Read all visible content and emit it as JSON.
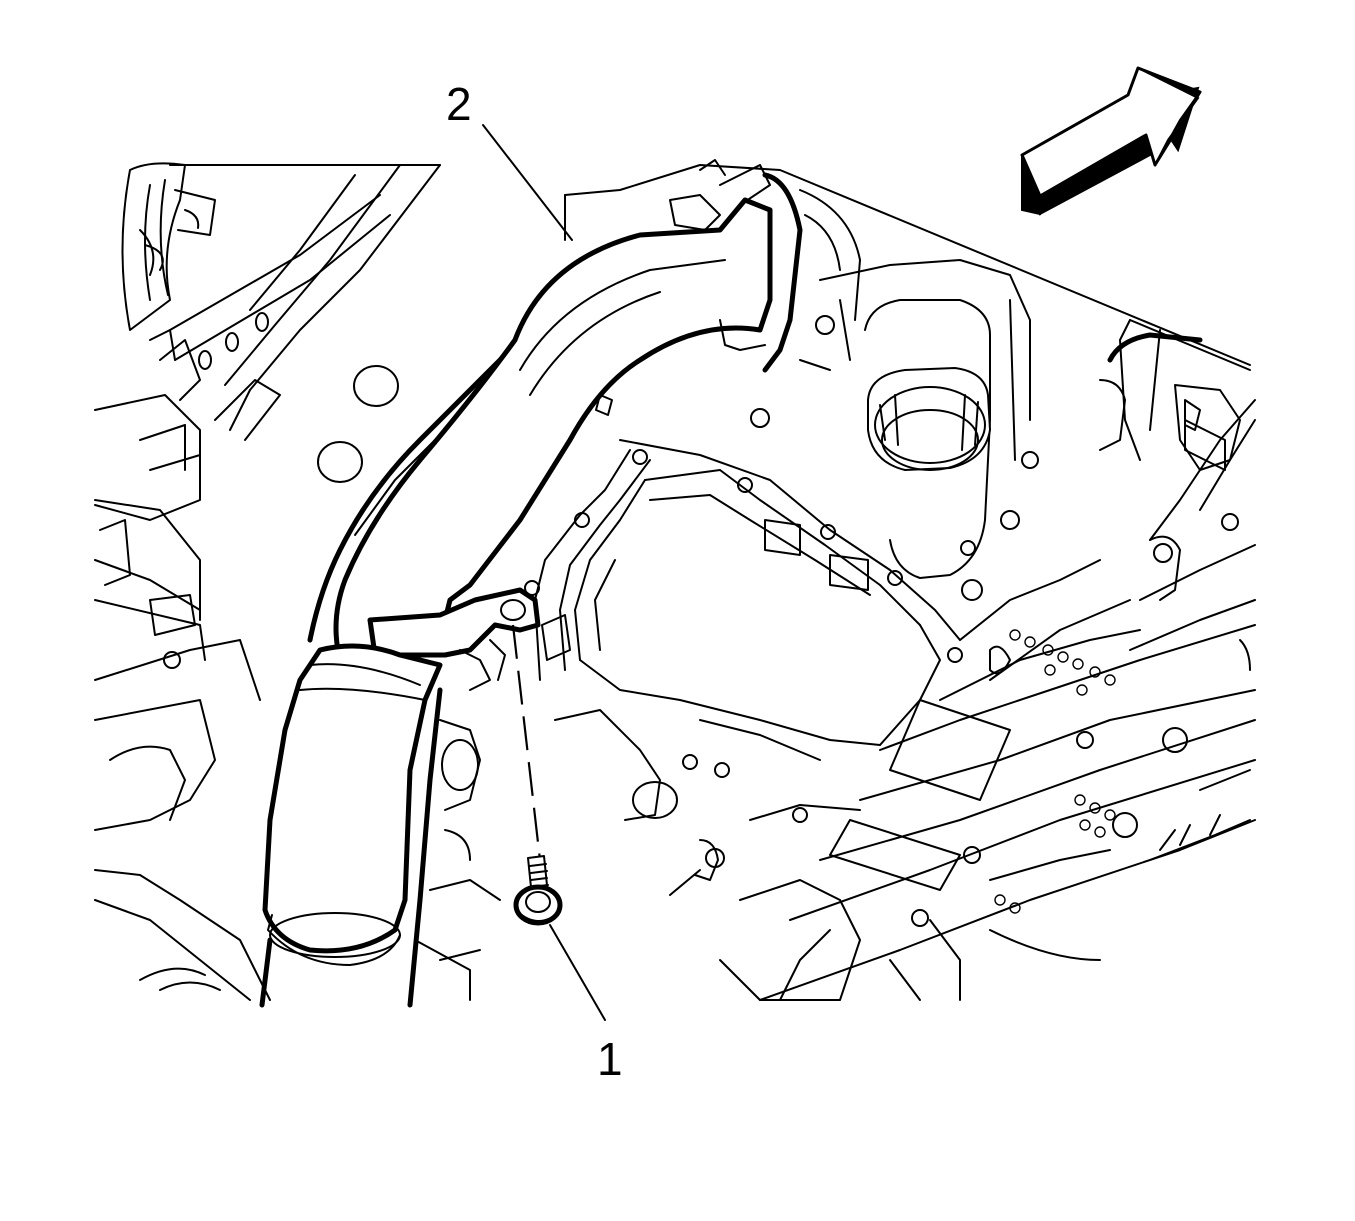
{
  "figure": {
    "callouts": [
      {
        "id": "1",
        "label": "1",
        "part": "bolt"
      },
      {
        "id": "2",
        "label": "2",
        "part": "exhaust-pipe"
      }
    ],
    "arrow": {
      "direction": "front",
      "icon": "direction-arrow-icon"
    },
    "colors": {
      "ink": "#000000",
      "paper": "#ffffff"
    }
  }
}
